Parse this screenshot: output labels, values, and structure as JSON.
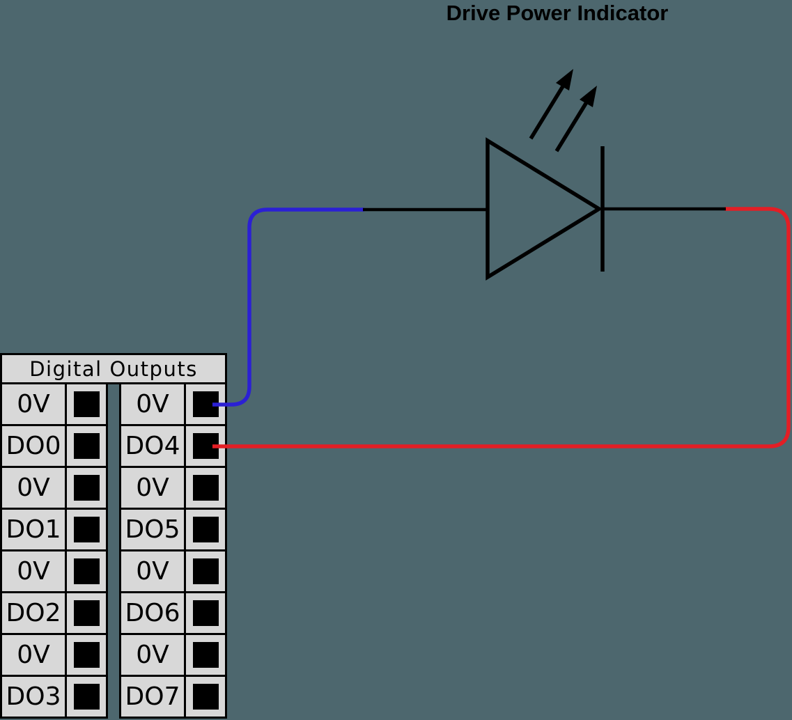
{
  "title": "Drive Power Indicator",
  "colors": {
    "background": "#4d676e",
    "cell_fill": "#d8d8d8",
    "line_black": "#000000",
    "wire_blue": "#2b20d4",
    "wire_red": "#e31e25",
    "label_text": "#000000"
  },
  "terminal_block": {
    "header": "Digital Outputs",
    "left_labels": [
      "0V",
      "DO0",
      "0V",
      "DO1",
      "0V",
      "DO2",
      "0V",
      "DO3"
    ],
    "right_labels": [
      "0V",
      "DO4",
      "0V",
      "DO5",
      "0V",
      "DO6",
      "0V",
      "DO7"
    ]
  },
  "connections": {
    "blue_wire": "0V terminal to LED anode",
    "red_wire": "DO4 terminal to LED cathode"
  }
}
